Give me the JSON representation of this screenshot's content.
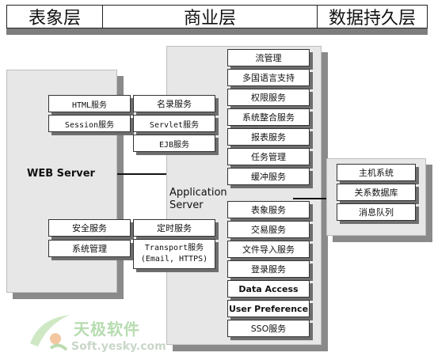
{
  "header": {
    "presentation_layer": "表象层",
    "business_layer": "商业层",
    "persistence_layer": "数据持久层"
  },
  "web_server": {
    "label": "WEB Server",
    "boxes": [
      "HTML服务",
      "Session服务",
      "安全服务",
      "系统管理"
    ]
  },
  "middle_services": {
    "top": [
      "名录服务",
      "Servlet服务",
      "EJB服务"
    ],
    "bottom_1": "定时服务",
    "bottom_2_line1": "Transport服务",
    "bottom_2_line2": "(Email, HTTPS)"
  },
  "application_server": {
    "label_line1": "Application",
    "label_line2": "Server",
    "services_top": [
      "流管理",
      "多国语言支持",
      "权限服务",
      "系统整合服务",
      "报表服务",
      "任务管理",
      "缓冲服务"
    ],
    "services_bottom": [
      "表象服务",
      "交易服务",
      "文件导入服务",
      "登录服务",
      "Data Access",
      "User Preference",
      "SSO服务"
    ]
  },
  "persistence": {
    "items": [
      "主机系统",
      "关系数据库",
      "消息队列"
    ]
  },
  "logo": {
    "name": "天极软件",
    "url": "Soft.yesky.com"
  },
  "colors": {
    "panel": "#e7e7e7",
    "shadow": "#6e6e6e",
    "logo_green": "#b6dcb0"
  }
}
